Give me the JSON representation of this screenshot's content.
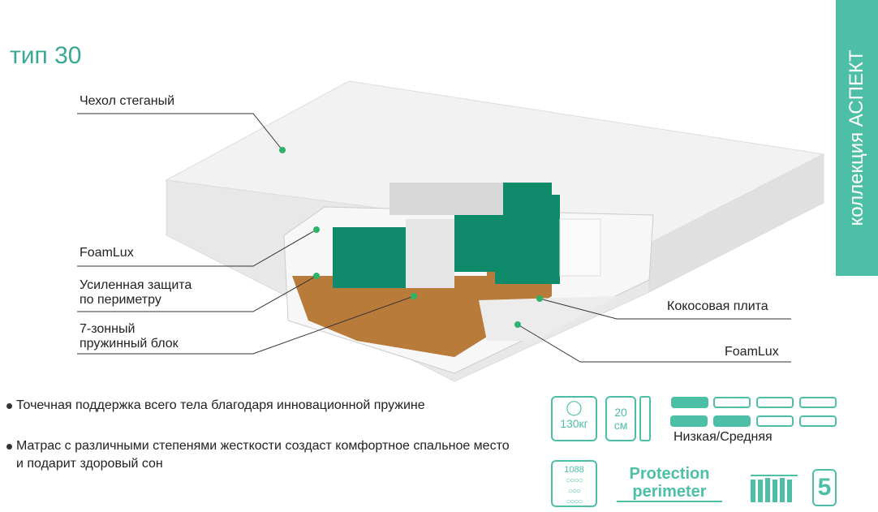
{
  "title": "тип 30",
  "collection": "коллекция АСПЕКТ",
  "labels": {
    "cover": "Чехол стеганый",
    "foam_top": "FoamLux",
    "perimeter_1": "Усиленная защита",
    "perimeter_2": "по периметру",
    "springs_1": "7-зонный",
    "springs_2": "пружинный блок",
    "coconut": "Кокосовая плита",
    "foam_bottom": "FoamLux"
  },
  "bullets": [
    "Точечная поддержка всего тела благодаря инновационной пружине",
    "Матрас с различными степенями жесткости создаст комфортное спальное место и подарит здоровый сон"
  ],
  "specs": {
    "load": "130кг",
    "height_value": "20",
    "height_unit": "см",
    "firmness": "Низкая/Средняя",
    "firmness_side1": 0.25,
    "firmness_side2": 0.5,
    "springs": "1088",
    "protection_1": "Protection",
    "protection_2": "perimeter",
    "zones": "5"
  },
  "colors": {
    "accent": "#4dbfa6",
    "spring_green": "#0f8a6a"
  }
}
